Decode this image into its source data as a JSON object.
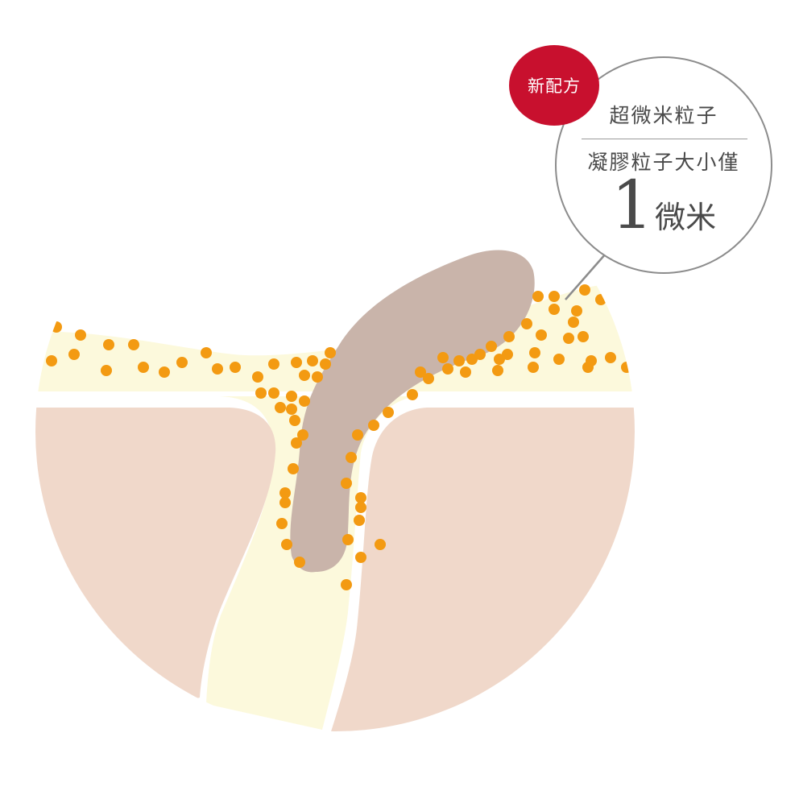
{
  "badge": {
    "text": "新配方"
  },
  "callout": {
    "line1": "超微米粒子",
    "line2": "凝膠粒子大小僅",
    "size_value": "1",
    "size_unit": "微米"
  },
  "colors": {
    "skin": "#f0d8ca",
    "serum": "#fcf9dc",
    "particles": "#f39a12",
    "sebum_plug": "#c9b4aa",
    "badge": "#c8102e",
    "callout_border": "#8c8c8c"
  },
  "icons": [
    "particle-dot"
  ]
}
